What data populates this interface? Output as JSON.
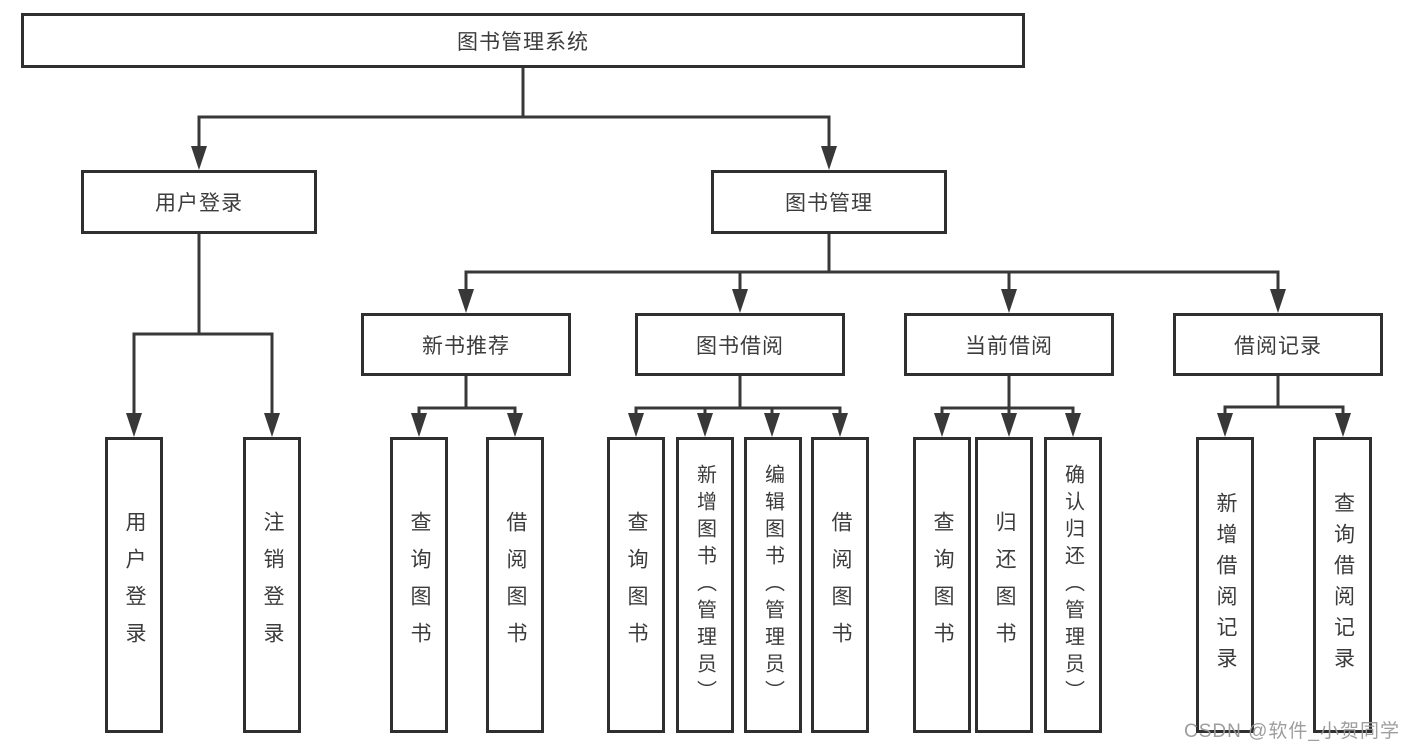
{
  "diagram": {
    "type": "hierarchy-tree",
    "watermark": "CSDN @软件_小贺同学",
    "colors": {
      "background": "#ffffff",
      "line": "#383838",
      "box_border": "#2f2f2f",
      "text": "#3c3c3c",
      "watermark_text": "#999999"
    },
    "root": {
      "label": "图书管理系统",
      "children": [
        {
          "label": "用户登录",
          "children": [
            {
              "label": "用户登录"
            },
            {
              "label": "注销登录"
            }
          ]
        },
        {
          "label": "图书管理",
          "children": [
            {
              "label": "新书推荐",
              "children": [
                {
                  "label": "查询图书"
                },
                {
                  "label": "借阅图书"
                }
              ]
            },
            {
              "label": "图书借阅",
              "children": [
                {
                  "label": "查询图书"
                },
                {
                  "label": "新增图书（管理员）"
                },
                {
                  "label": "编辑图书（管理员）"
                },
                {
                  "label": "借阅图书"
                }
              ]
            },
            {
              "label": "当前借阅",
              "children": [
                {
                  "label": "查询图书"
                },
                {
                  "label": "归还图书"
                },
                {
                  "label": "确认归还（管理员）"
                }
              ]
            },
            {
              "label": "借阅记录",
              "children": [
                {
                  "label": "新增借阅记录"
                },
                {
                  "label": "查询借阅记录"
                }
              ]
            }
          ]
        }
      ]
    }
  }
}
